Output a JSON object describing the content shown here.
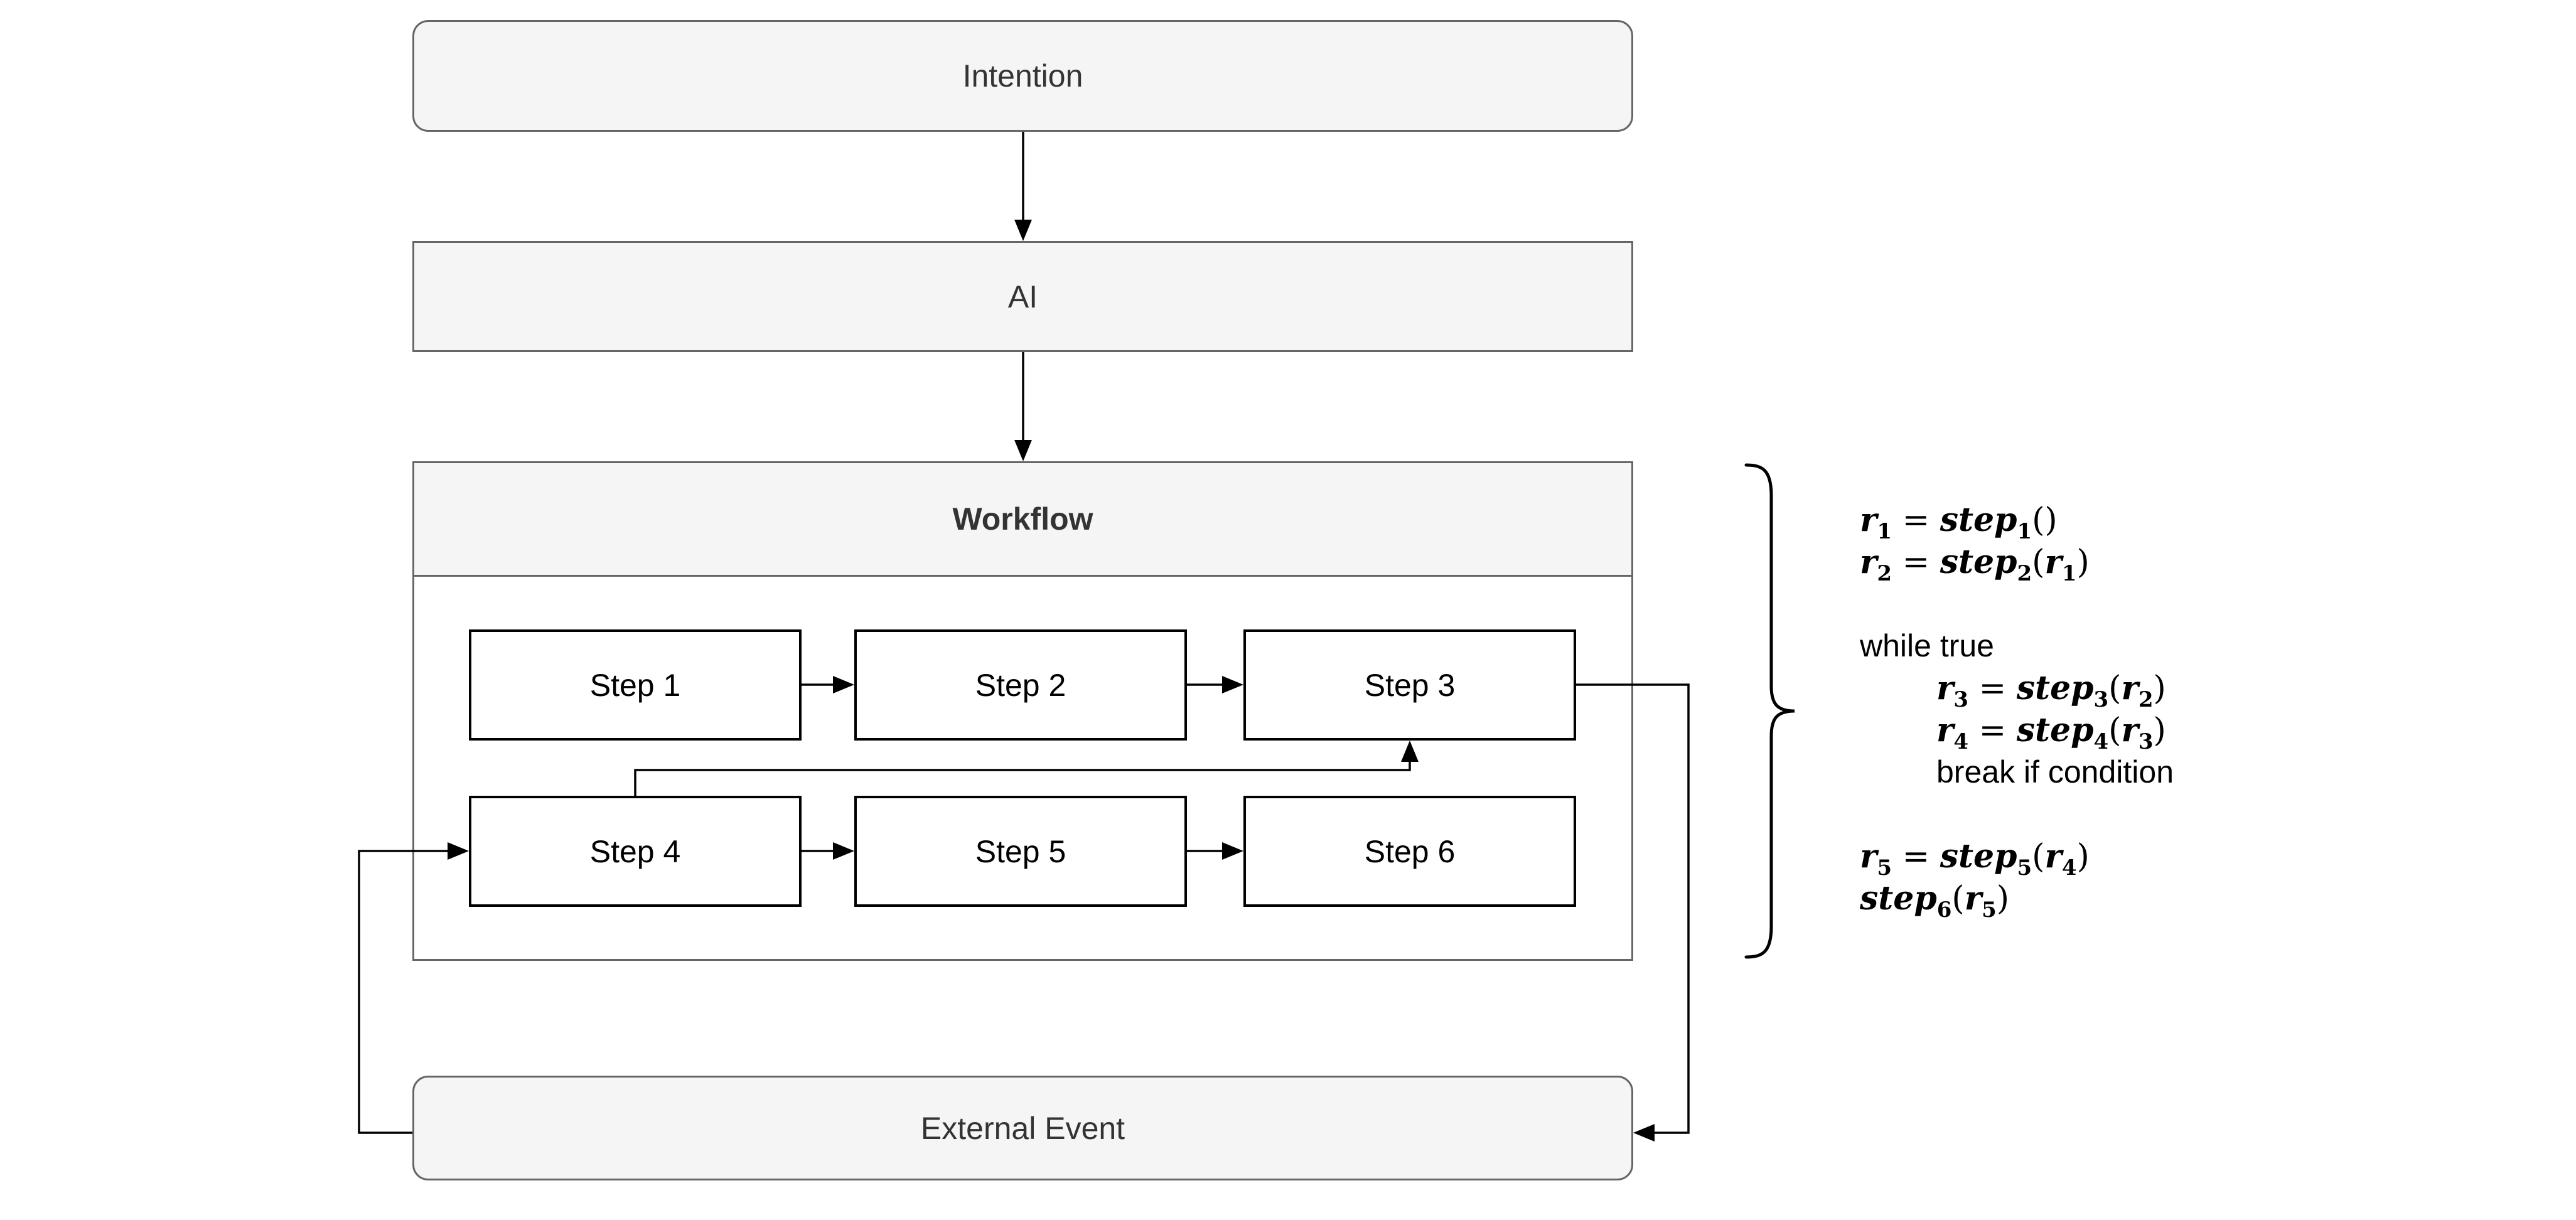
{
  "colors": {
    "background": "#ffffff",
    "node_fill": "#f5f5f5",
    "node_border": "#666666",
    "step_fill": "#ffffff",
    "step_border": "#000000",
    "label_gray_nodes": "#333333",
    "label_steps": "#000000",
    "edge_color": "#000000"
  },
  "nodes": {
    "intention": {
      "label": "Intention"
    },
    "ai": {
      "label": "AI"
    },
    "workflow": {
      "label": "Workflow"
    },
    "steps": [
      {
        "label": "Step 1"
      },
      {
        "label": "Step 2"
      },
      {
        "label": "Step 3"
      },
      {
        "label": "Step 4"
      },
      {
        "label": "Step 5"
      },
      {
        "label": "Step 6"
      }
    ],
    "external_event": {
      "label": "External Event"
    }
  },
  "edges": [
    "intention-to-ai",
    "ai-to-workflow",
    "step1-to-step2",
    "step2-to-step3",
    "step4-to-step5",
    "step5-to-step6",
    "step4-loop-to-step3",
    "step3-to-external-event",
    "external-event-to-step4"
  ],
  "code": {
    "lines": [
      {
        "indent": false,
        "seg": [
          {
            "c": "v",
            "t": "r"
          },
          {
            "c": "b",
            "t": "1"
          },
          {
            "c": "o",
            "t": " = "
          },
          {
            "c": "v",
            "t": "step"
          },
          {
            "c": "b",
            "t": "1"
          },
          {
            "c": "o",
            "t": "()"
          }
        ]
      },
      {
        "indent": false,
        "seg": [
          {
            "c": "v",
            "t": "r"
          },
          {
            "c": "b",
            "t": "2"
          },
          {
            "c": "o",
            "t": " = "
          },
          {
            "c": "v",
            "t": "step"
          },
          {
            "c": "b",
            "t": "2"
          },
          {
            "c": "o",
            "t": "("
          },
          {
            "c": "v",
            "t": "r"
          },
          {
            "c": "b",
            "t": "1"
          },
          {
            "c": "o",
            "t": ")"
          }
        ]
      },
      {
        "indent": false,
        "seg": []
      },
      {
        "indent": false,
        "seg": [
          {
            "c": "k",
            "t": "while true"
          }
        ]
      },
      {
        "indent": true,
        "seg": [
          {
            "c": "v",
            "t": "r"
          },
          {
            "c": "b",
            "t": "3"
          },
          {
            "c": "o",
            "t": " = "
          },
          {
            "c": "v",
            "t": "step"
          },
          {
            "c": "b",
            "t": "3"
          },
          {
            "c": "o",
            "t": "("
          },
          {
            "c": "v",
            "t": "r"
          },
          {
            "c": "b",
            "t": "2"
          },
          {
            "c": "o",
            "t": ")"
          }
        ]
      },
      {
        "indent": true,
        "seg": [
          {
            "c": "v",
            "t": "r"
          },
          {
            "c": "b",
            "t": "4"
          },
          {
            "c": "o",
            "t": " = "
          },
          {
            "c": "v",
            "t": "step"
          },
          {
            "c": "b",
            "t": "4"
          },
          {
            "c": "o",
            "t": "("
          },
          {
            "c": "v",
            "t": "r"
          },
          {
            "c": "b",
            "t": "3"
          },
          {
            "c": "o",
            "t": ")"
          }
        ]
      },
      {
        "indent": true,
        "seg": [
          {
            "c": "k",
            "t": "break if condition"
          }
        ]
      },
      {
        "indent": false,
        "seg": []
      },
      {
        "indent": false,
        "seg": [
          {
            "c": "v",
            "t": "r"
          },
          {
            "c": "b",
            "t": "5"
          },
          {
            "c": "o",
            "t": " = "
          },
          {
            "c": "v",
            "t": "step"
          },
          {
            "c": "b",
            "t": "5"
          },
          {
            "c": "o",
            "t": "("
          },
          {
            "c": "v",
            "t": "r"
          },
          {
            "c": "b",
            "t": "4"
          },
          {
            "c": "o",
            "t": ")"
          }
        ]
      },
      {
        "indent": false,
        "seg": [
          {
            "c": "v",
            "t": "step"
          },
          {
            "c": "b",
            "t": "6"
          },
          {
            "c": "o",
            "t": "("
          },
          {
            "c": "v",
            "t": "r"
          },
          {
            "c": "b",
            "t": "5"
          },
          {
            "c": "o",
            "t": ")"
          }
        ]
      }
    ]
  }
}
